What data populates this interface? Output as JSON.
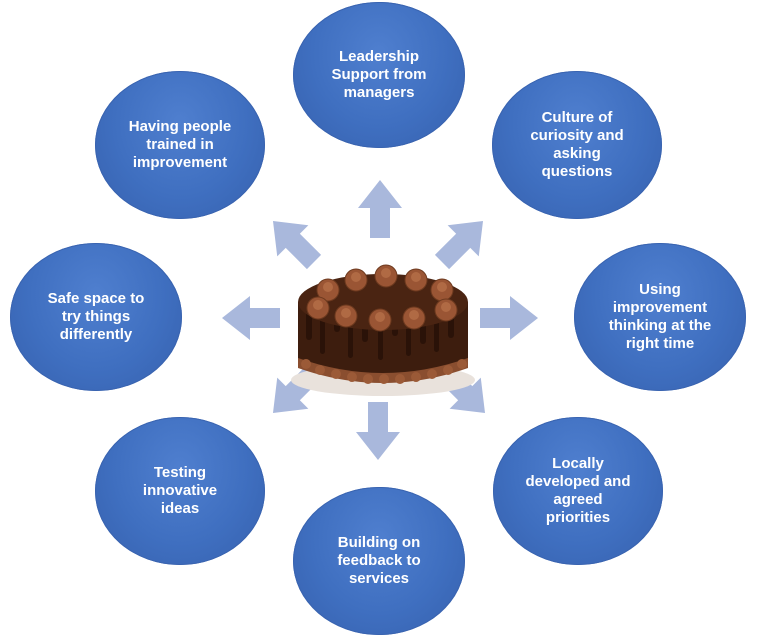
{
  "diagram": {
    "colors": {
      "node_fill": "#3f6fc0",
      "node_text": "#ffffff",
      "arrow_fill": "#a9b8dc",
      "cake_chocolate": "#4a2412",
      "cake_frosting": "#8a4e2f"
    },
    "center": {
      "icon": "chocolate-cake-image"
    },
    "nodes": [
      {
        "id": "leadership",
        "label": "Leadership\nSupport from\nmanagers"
      },
      {
        "id": "curiosity",
        "label": "Culture of\ncuriosity and\nasking\nquestions"
      },
      {
        "id": "right-time",
        "label": "Using\nimprovement\nthinking at the\nright time"
      },
      {
        "id": "priorities",
        "label": "Locally\ndeveloped and\nagreed\npriorities"
      },
      {
        "id": "feedback",
        "label": "Building on\nfeedback to\nservices"
      },
      {
        "id": "testing",
        "label": "Testing\ninnovative\nideas"
      },
      {
        "id": "safe-space",
        "label": "Safe space to\ntry things\ndifferently"
      },
      {
        "id": "trained",
        "label": "Having people\ntrained in\nimprovement"
      }
    ]
  }
}
